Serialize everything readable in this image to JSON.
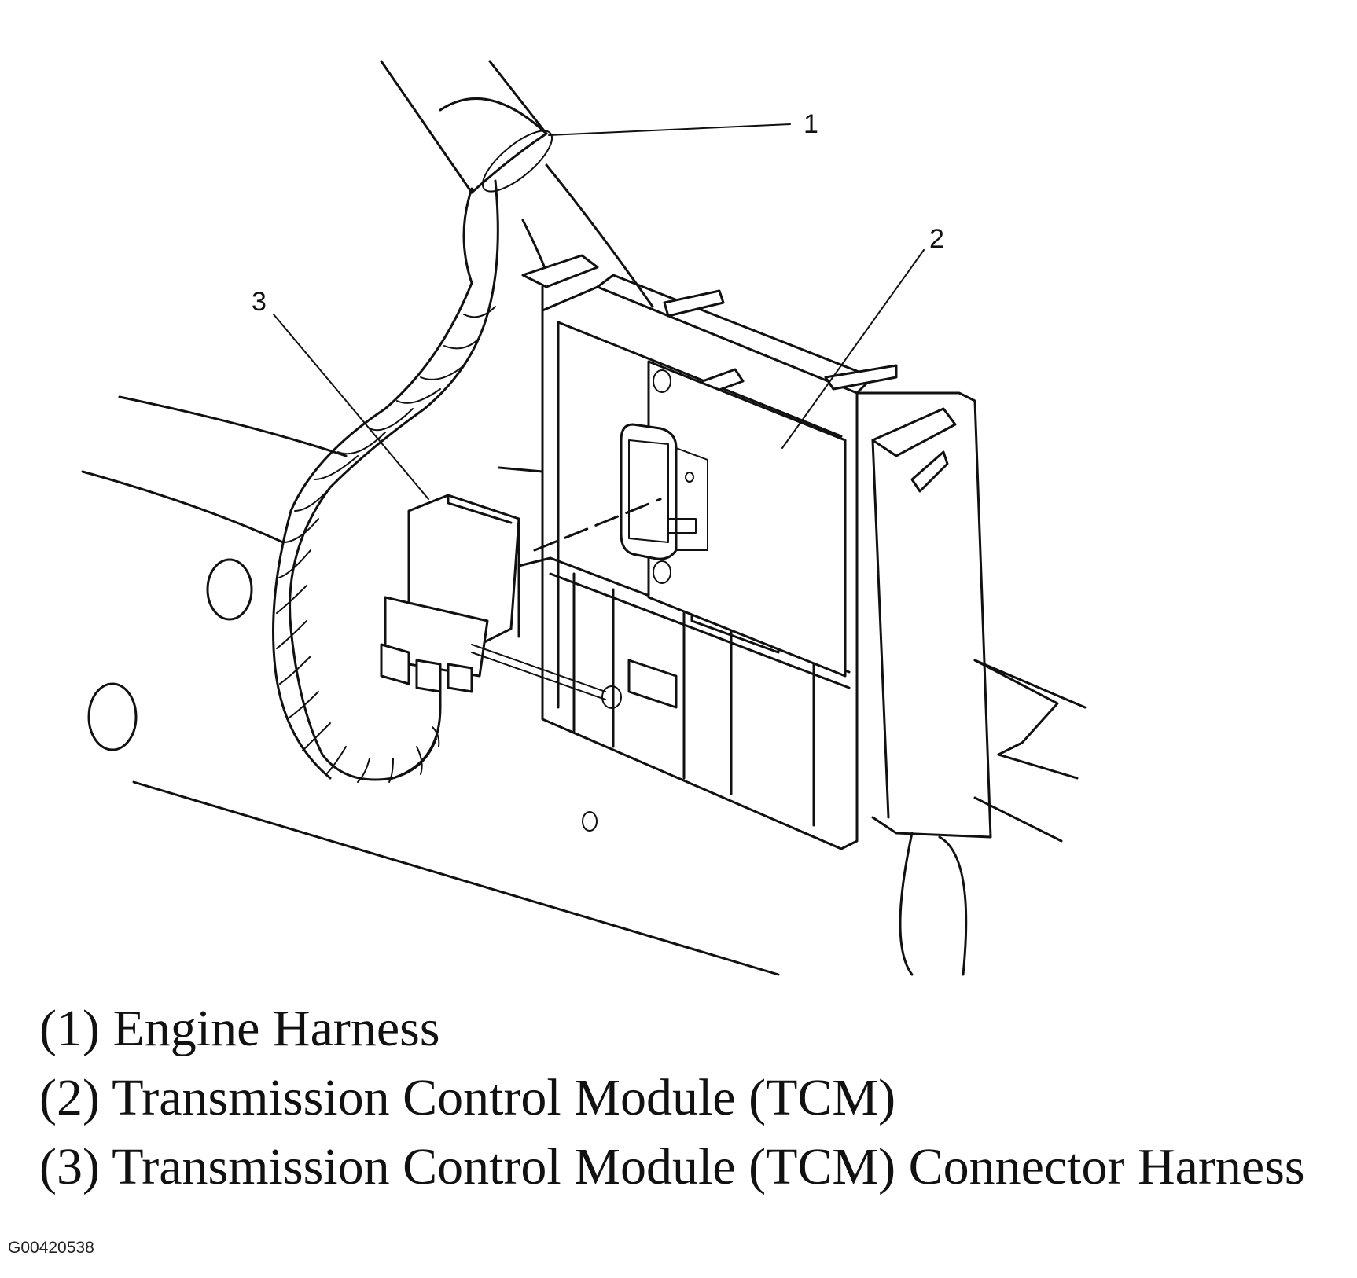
{
  "callouts": [
    {
      "number": "1"
    },
    {
      "number": "2"
    },
    {
      "number": "3"
    }
  ],
  "legend": [
    {
      "text": "(1) Engine Harness"
    },
    {
      "text": "(2) Transmission Control Module (TCM)"
    },
    {
      "text": "(3) Transmission Control Module (TCM) Connector Harness"
    }
  ],
  "figure_id": "G00420538"
}
